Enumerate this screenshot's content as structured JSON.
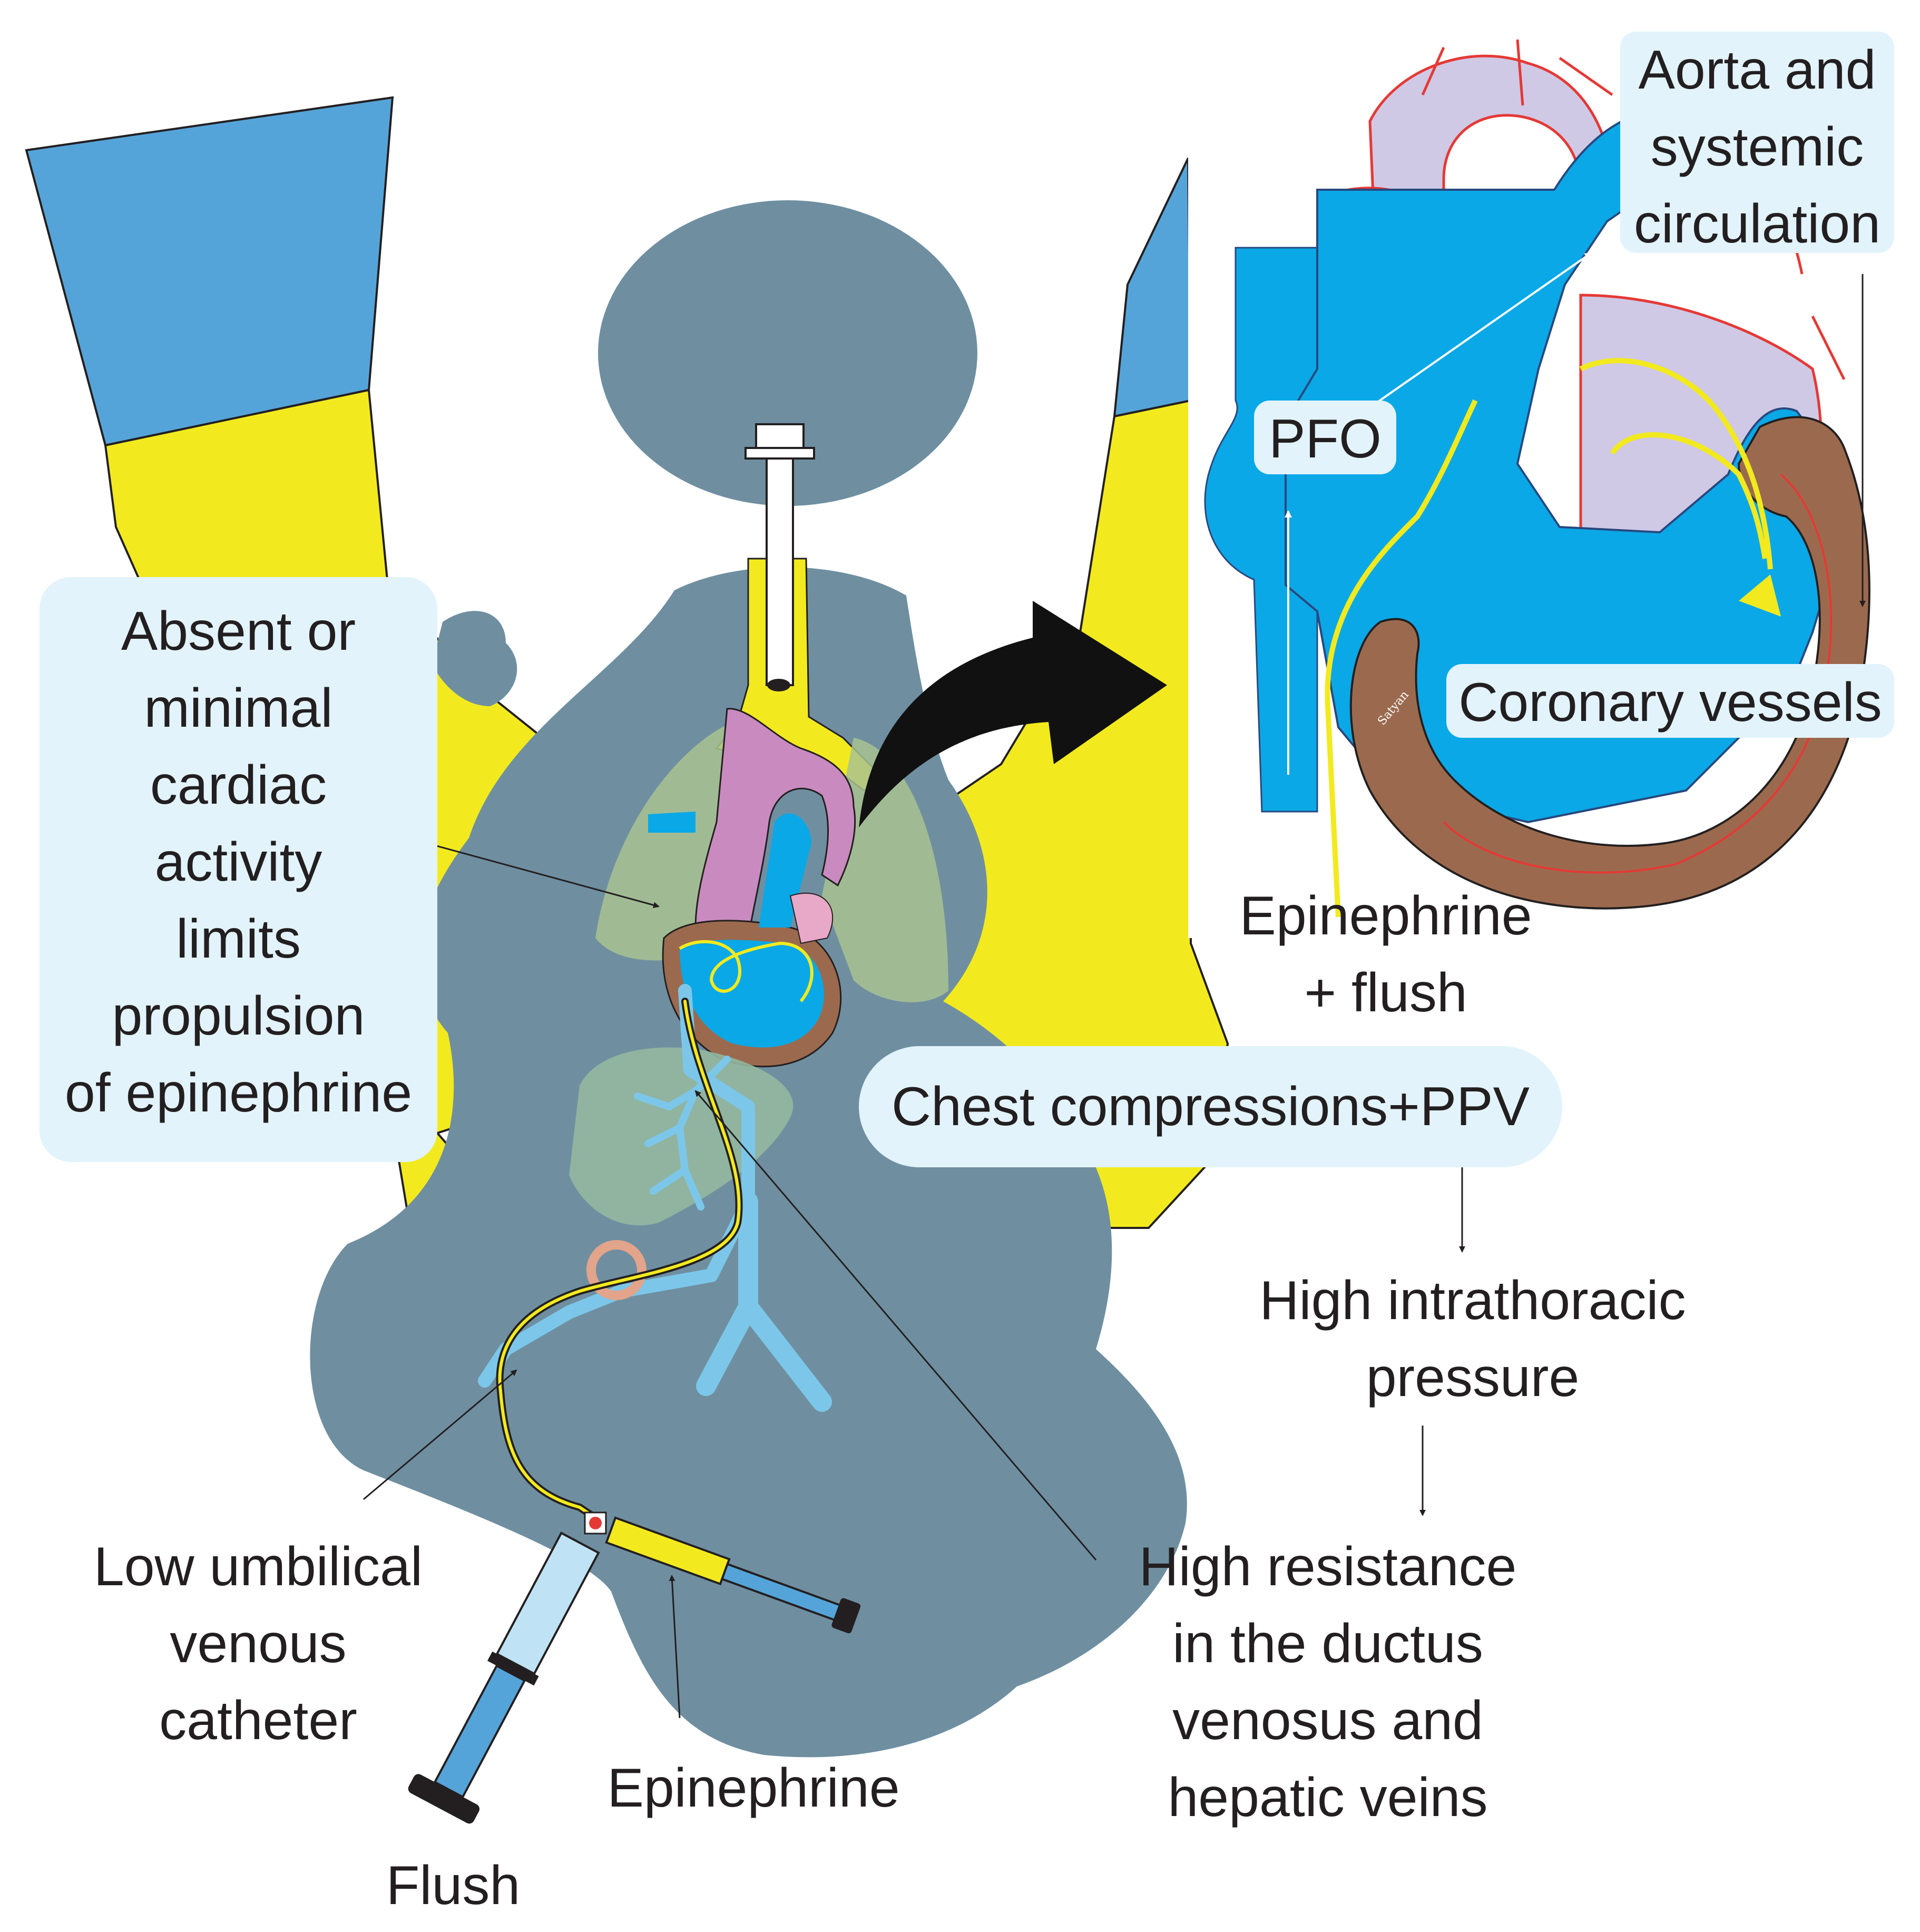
{
  "labels": {
    "absent_activity": [
      "Absent or",
      "minimal",
      "cardiac",
      "activity",
      "limits",
      "propulsion",
      "of epinephrine"
    ],
    "aorta": [
      "Aorta and",
      "systemic",
      "circulation"
    ],
    "pfo": "PFO",
    "coronary": "Coronary vessels",
    "epinephrine_flush": [
      "Epinephrine",
      "+ flush"
    ],
    "chest_compressions": "Chest compressions+PPV",
    "intrathoracic": [
      "High intrathoracic",
      "pressure"
    ],
    "resistance": [
      "High resistance",
      "in the ductus",
      "venosus and",
      "hepatic veins"
    ],
    "uvc": [
      "Low umbilical",
      "venous",
      "catheter"
    ],
    "epinephrine": "Epinephrine",
    "flush": "Flush",
    "signature": "Satyan"
  },
  "colors": {
    "infant": "#6f8fa1",
    "glove": "#f2ea1e",
    "sleeve": "#55a4d9",
    "blood": "#0aa8e6",
    "aorta_pink": "#c98bbf",
    "atrium_lilac": "#cfc9e6",
    "myocardium": "#9b6a4e",
    "lung": "#a9c391",
    "liver": "#93b8a0",
    "vein": "#7cc7e9",
    "label_box": "#e2f3fb",
    "text": "#231f20",
    "vessel_red": "#e53935"
  }
}
